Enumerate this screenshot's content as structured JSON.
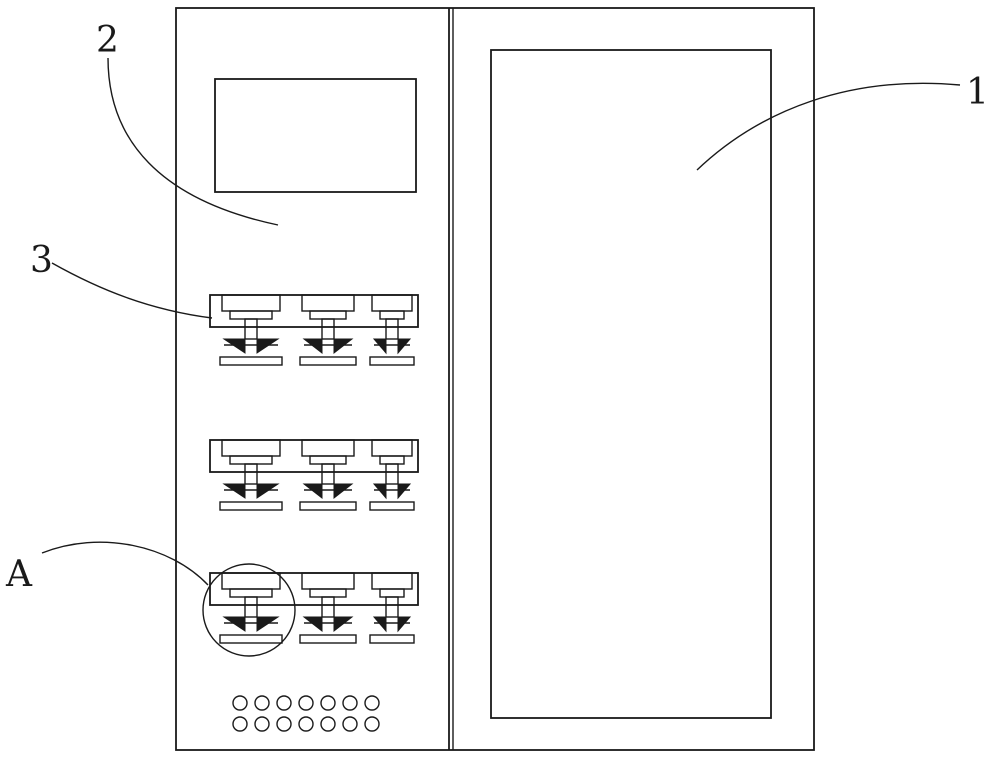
{
  "labels": {
    "door": "1",
    "panel": "2",
    "breaker": "3",
    "detail": "A"
  },
  "breaker_rows": 3,
  "breakers_per_row": 3,
  "indicator_rows": 2,
  "indicators_per_row": 7
}
